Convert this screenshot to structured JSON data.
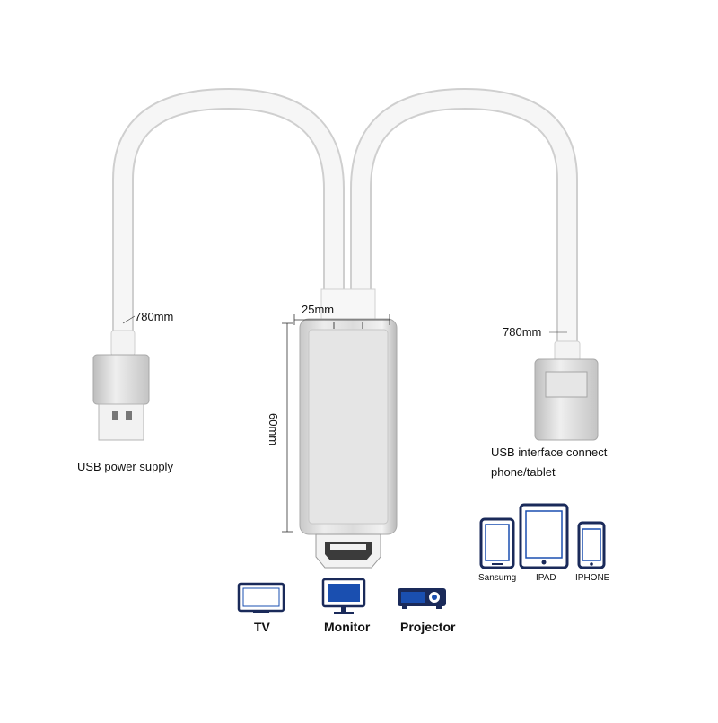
{
  "labels": {
    "cable_left_length": "780mm",
    "cable_right_length": "780mm",
    "adapter_width": "25mm",
    "adapter_height": "60mm",
    "usb_power": "USB power supply",
    "usb_interface_line1": "USB interface connect",
    "usb_interface_line2": "phone/tablet"
  },
  "devices_mobile": [
    {
      "name": "Sansumg",
      "icon": "android-phone-icon"
    },
    {
      "name": "IPAD",
      "icon": "tablet-icon"
    },
    {
      "name": "IPHONE",
      "icon": "iphone-icon"
    }
  ],
  "devices_display": [
    {
      "name": "TV",
      "icon": "tv-icon"
    },
    {
      "name": "Monitor",
      "icon": "monitor-icon"
    },
    {
      "name": "Projector",
      "icon": "projector-icon"
    }
  ],
  "colors": {
    "cable": "#f4f4f4",
    "cable_edge": "#cfcfcf",
    "metal": "#d9d9d9",
    "metal_dark": "#a9a9a9",
    "device_blue": "#1a4fb0",
    "device_dark": "#1a2a5a"
  }
}
